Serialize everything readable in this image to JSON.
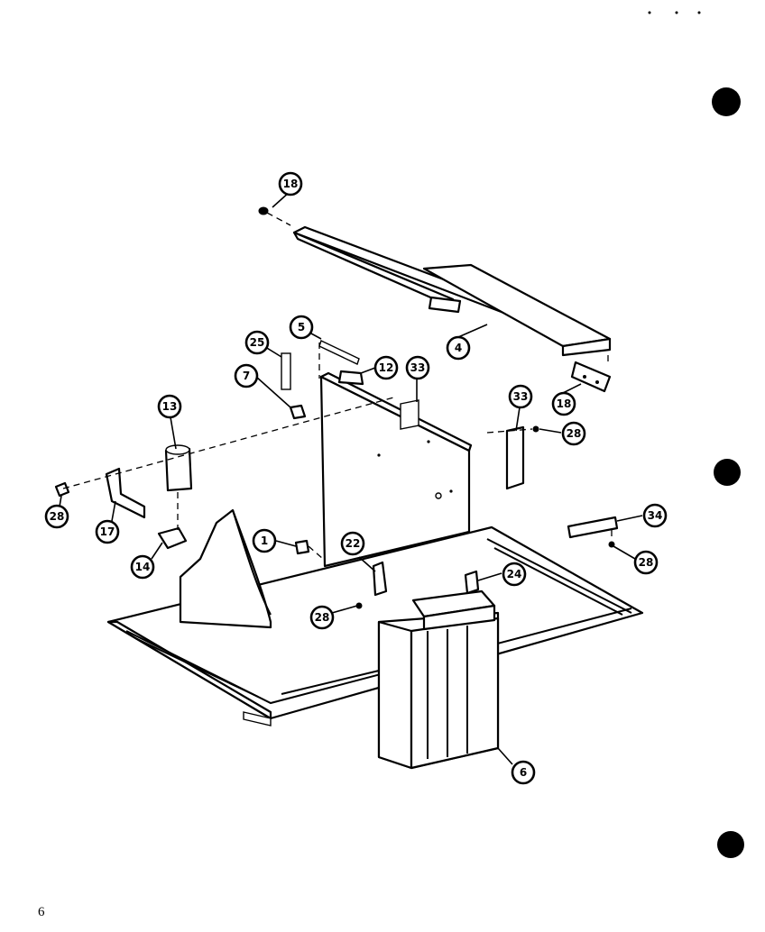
{
  "page_number": "6",
  "callouts": [
    {
      "id": "c18a",
      "label": "18"
    },
    {
      "id": "c4",
      "label": "4"
    },
    {
      "id": "c5",
      "label": "5"
    },
    {
      "id": "c25",
      "label": "25"
    },
    {
      "id": "c7",
      "label": "7"
    },
    {
      "id": "c12",
      "label": "12"
    },
    {
      "id": "c33a",
      "label": "33"
    },
    {
      "id": "c33b",
      "label": "33"
    },
    {
      "id": "c18b",
      "label": "18"
    },
    {
      "id": "c28a",
      "label": "28"
    },
    {
      "id": "c13",
      "label": "13"
    },
    {
      "id": "c28b",
      "label": "28"
    },
    {
      "id": "c17",
      "label": "17"
    },
    {
      "id": "c14",
      "label": "14"
    },
    {
      "id": "c1",
      "label": "1"
    },
    {
      "id": "c22",
      "label": "22"
    },
    {
      "id": "c24",
      "label": "24"
    },
    {
      "id": "c34",
      "label": "34"
    },
    {
      "id": "c28c",
      "label": "28"
    },
    {
      "id": "c28d",
      "label": "28"
    },
    {
      "id": "c6",
      "label": "6"
    }
  ]
}
